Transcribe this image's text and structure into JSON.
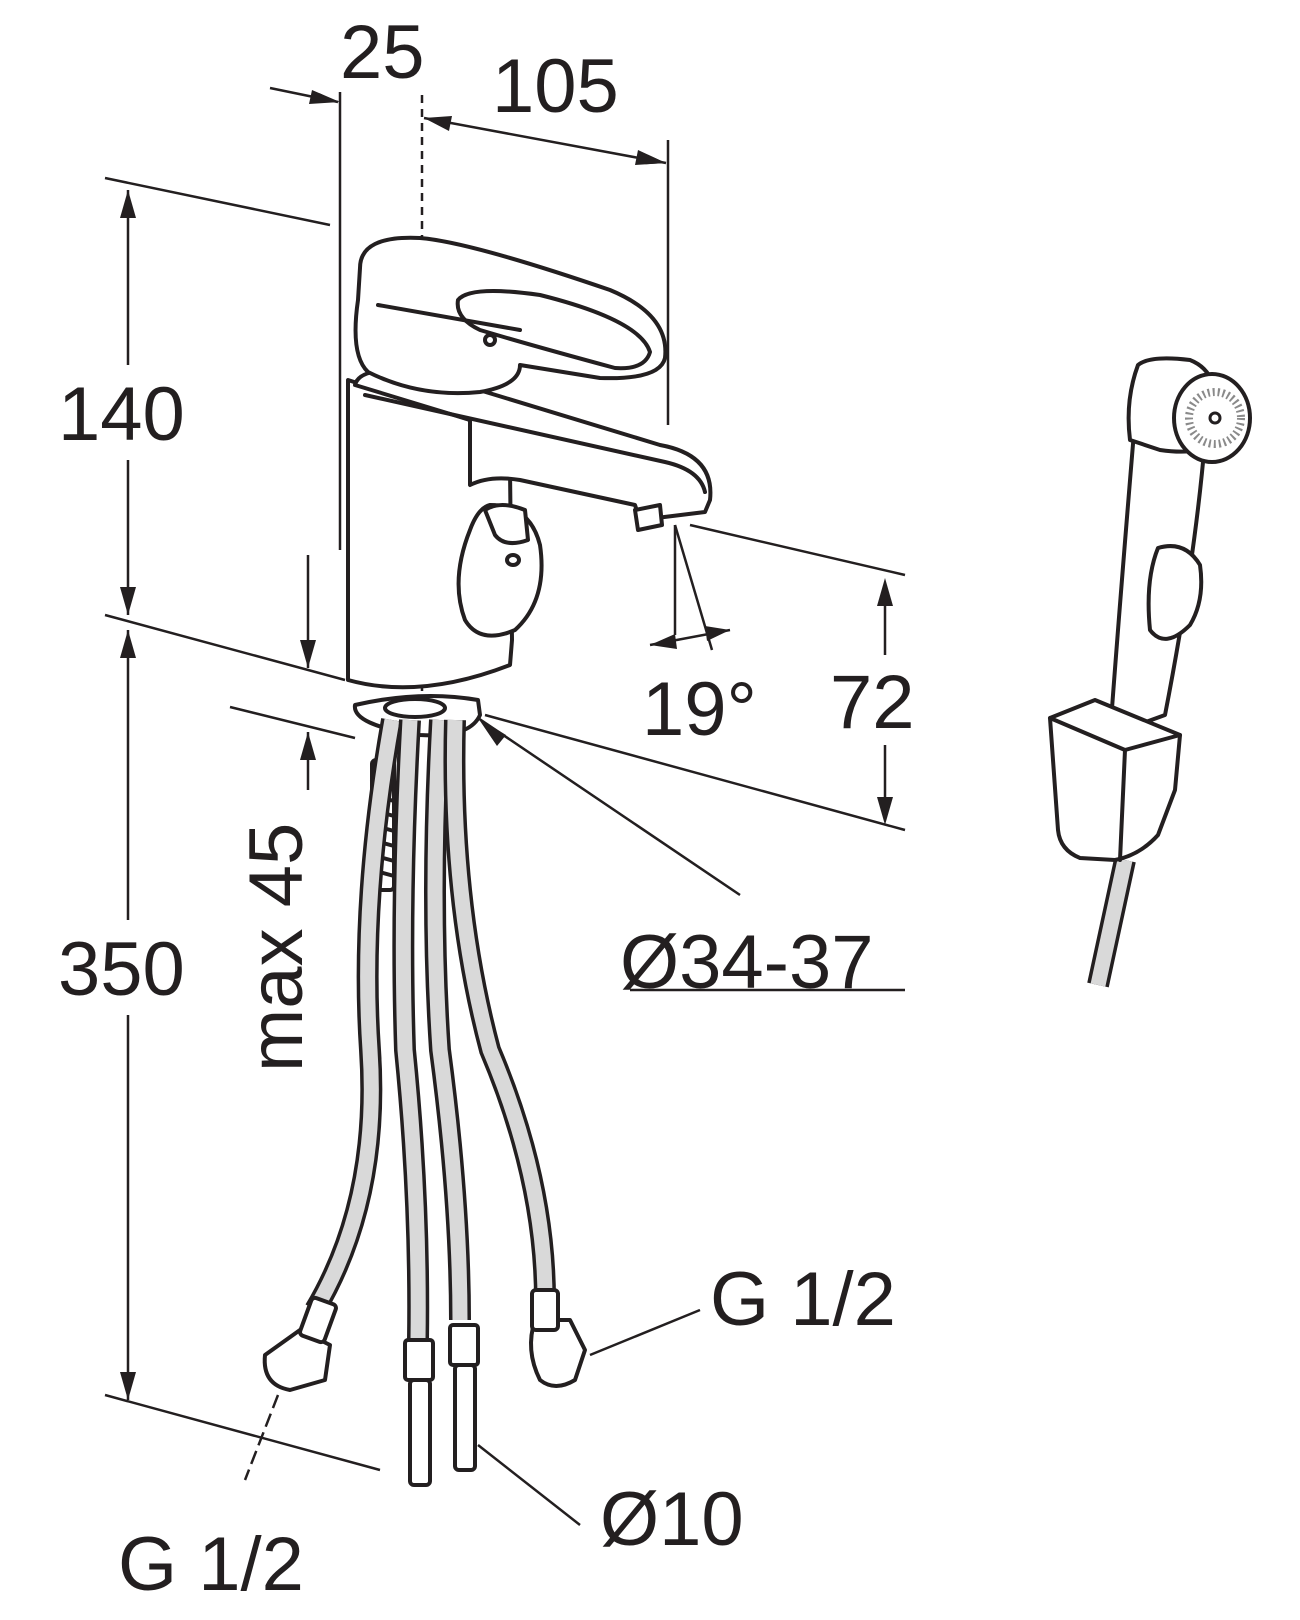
{
  "dimensions": {
    "width_25": "25",
    "width_105": "105",
    "height_140": "140",
    "height_350": "350",
    "max_45": "max 45",
    "angle_19": "19°",
    "height_72": "72",
    "hole_diameter": "Ø34-37",
    "thread_right": "G 1/2",
    "thread_left": "G 1/2",
    "pipe_diameter": "Ø10"
  },
  "colors": {
    "line": "#231f20",
    "background": "#ffffff",
    "hose_fill": "#d9d9d9"
  }
}
